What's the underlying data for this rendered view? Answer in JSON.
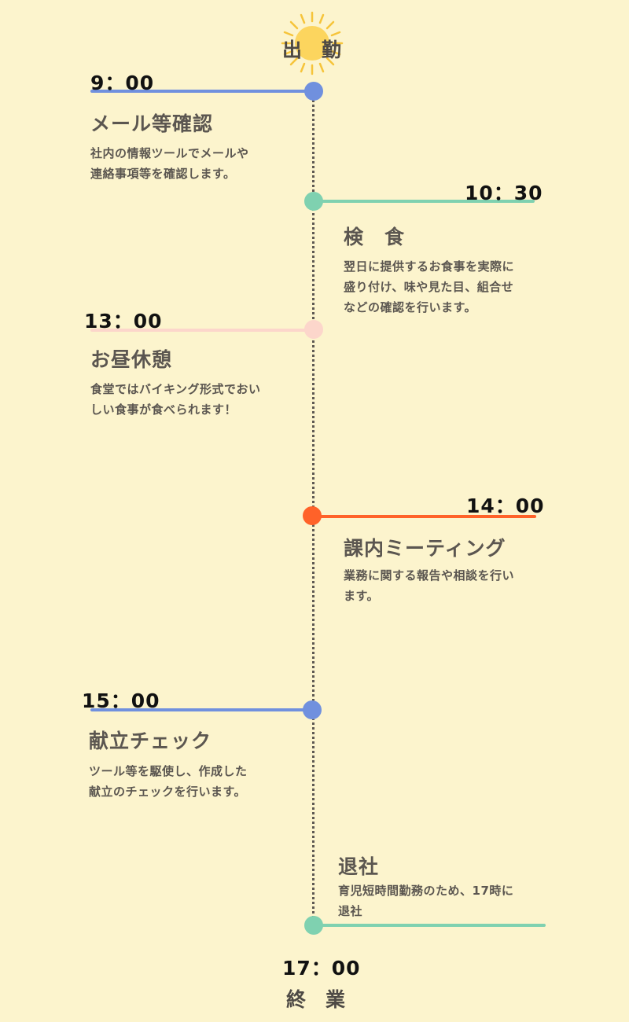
{
  "header": {
    "label": "出　勤"
  },
  "footer": {
    "time": "17：00",
    "label": "終　業"
  },
  "colors": {
    "background": "#fcf4cd",
    "blue": "#7090de",
    "green": "#7fd1b0",
    "pink": "#fcd6cb",
    "orange": "#ff6229"
  },
  "icons": {
    "top": "sun-icon",
    "bottom": "moon-icon"
  },
  "schedule": [
    {
      "time": "9：00",
      "title": "メール等確認",
      "desc": "社内の情報ツールでメールや\n連絡事項等を確認します。"
    },
    {
      "time": "10：30",
      "title": "検　食",
      "desc": "翌日に提供するお食事を実際に\n盛り付け、味や見た目、組合せ\nなどの確認を行います。"
    },
    {
      "time": "13：00",
      "title": "お昼休憩",
      "desc": "食堂ではバイキング形式でおい\nしい食事が食べられます！"
    },
    {
      "time": "14：00",
      "title": "課内ミーティング",
      "desc": "業務に関する報告や相談を行い\nます。"
    },
    {
      "time": "15：00",
      "title": "献立チェック",
      "desc": "ツール等を駆使し、作成した\n献立のチェックを行います。"
    },
    {
      "time": "",
      "title": "退社",
      "desc": "育児短時間勤務のため、17時に\n退社"
    }
  ]
}
